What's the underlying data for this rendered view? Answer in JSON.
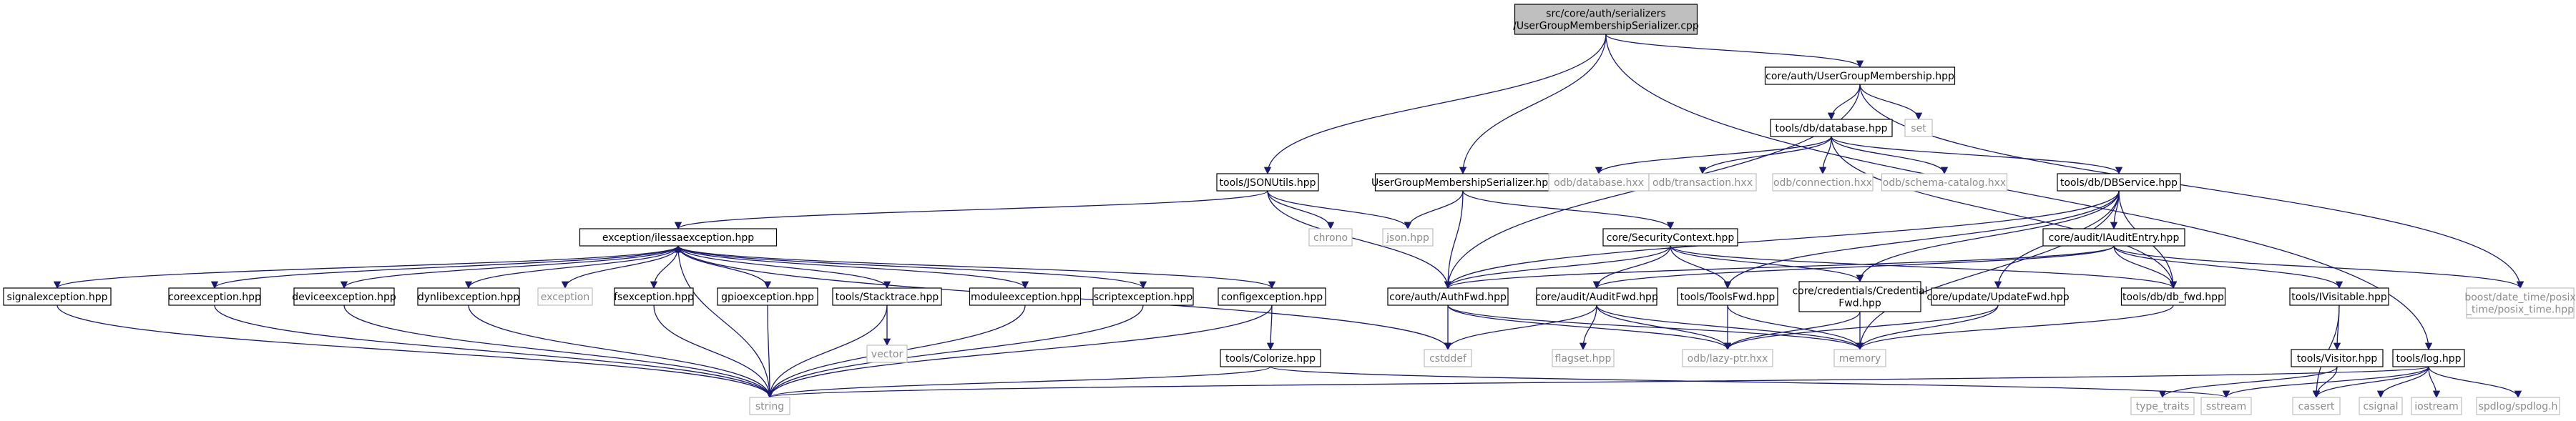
{
  "nodes": [
    {
      "id": "root",
      "lines": [
        "src/core/auth/serializers",
        "/UserGroupMembershipSerializer.cpp"
      ],
      "root": true
    },
    {
      "id": "ugm",
      "lines": [
        "core/auth/UserGroupMembership.hpp"
      ]
    },
    {
      "id": "dbhpp",
      "lines": [
        "tools/db/database.hpp"
      ]
    },
    {
      "id": "set",
      "lines": [
        "set"
      ],
      "ext": true
    },
    {
      "id": "jsonutils",
      "lines": [
        "tools/JSONUtils.hpp"
      ]
    },
    {
      "id": "ugmser",
      "lines": [
        "UserGroupMembershipSerializer.hpp"
      ]
    },
    {
      "id": "odbdb",
      "lines": [
        "odb/database.hxx"
      ],
      "ext": true
    },
    {
      "id": "odbtx",
      "lines": [
        "odb/transaction.hxx"
      ],
      "ext": true
    },
    {
      "id": "odbconn",
      "lines": [
        "odb/connection.hxx"
      ],
      "ext": true
    },
    {
      "id": "odbschema",
      "lines": [
        "odb/schema-catalog.hxx"
      ],
      "ext": true
    },
    {
      "id": "dbservice",
      "lines": [
        "tools/db/DBService.hpp"
      ]
    },
    {
      "id": "excbase",
      "lines": [
        "exception/ilessaexception.hpp"
      ]
    },
    {
      "id": "chrono",
      "lines": [
        "chrono"
      ],
      "ext": true
    },
    {
      "id": "jsonhpp",
      "lines": [
        "json.hpp"
      ],
      "ext": true
    },
    {
      "id": "secctx",
      "lines": [
        "core/SecurityContext.hpp"
      ]
    },
    {
      "id": "iaudit",
      "lines": [
        "core/audit/IAuditEntry.hpp"
      ]
    },
    {
      "id": "boostdt",
      "lines": [
        "boost/date_time/posix",
        "_time/posix_time.hpp"
      ],
      "ext": true
    },
    {
      "id": "signalexc",
      "lines": [
        "signalexception.hpp"
      ]
    },
    {
      "id": "coreexc",
      "lines": [
        "coreexception.hpp"
      ]
    },
    {
      "id": "deviceexc",
      "lines": [
        "deviceexception.hpp"
      ]
    },
    {
      "id": "dynlibexc",
      "lines": [
        "dynlibexception.hpp"
      ]
    },
    {
      "id": "exception",
      "lines": [
        "exception"
      ],
      "ext": true
    },
    {
      "id": "fsexc",
      "lines": [
        "fsexception.hpp"
      ]
    },
    {
      "id": "gpioexc",
      "lines": [
        "gpioexception.hpp"
      ]
    },
    {
      "id": "stacktrace",
      "lines": [
        "tools/Stacktrace.hpp"
      ]
    },
    {
      "id": "moduleexc",
      "lines": [
        "moduleexception.hpp"
      ]
    },
    {
      "id": "scriptexc",
      "lines": [
        "scriptexception.hpp"
      ]
    },
    {
      "id": "configexc",
      "lines": [
        "configexception.hpp"
      ]
    },
    {
      "id": "authfwd",
      "lines": [
        "core/auth/AuthFwd.hpp"
      ]
    },
    {
      "id": "auditfwd",
      "lines": [
        "core/audit/AuditFwd.hpp"
      ]
    },
    {
      "id": "toolsfwd",
      "lines": [
        "tools/ToolsFwd.hpp"
      ]
    },
    {
      "id": "credfwd",
      "lines": [
        "core/credentials/Credential",
        "Fwd.hpp"
      ]
    },
    {
      "id": "updatefwd",
      "lines": [
        "core/update/UpdateFwd.hpp"
      ]
    },
    {
      "id": "dbfwd",
      "lines": [
        "tools/db/db_fwd.hpp"
      ]
    },
    {
      "id": "ivisitable",
      "lines": [
        "tools/IVisitable.hpp"
      ]
    },
    {
      "id": "vector",
      "lines": [
        "vector"
      ],
      "ext": true
    },
    {
      "id": "colorize",
      "lines": [
        "tools/Colorize.hpp"
      ]
    },
    {
      "id": "cstddef",
      "lines": [
        "cstddef"
      ],
      "ext": true
    },
    {
      "id": "flagset",
      "lines": [
        "flagset.hpp"
      ],
      "ext": true
    },
    {
      "id": "lazyptr",
      "lines": [
        "odb/lazy-ptr.hxx"
      ],
      "ext": true
    },
    {
      "id": "memory",
      "lines": [
        "memory"
      ],
      "ext": true
    },
    {
      "id": "visitor",
      "lines": [
        "tools/Visitor.hpp"
      ]
    },
    {
      "id": "loghpp",
      "lines": [
        "tools/log.hpp"
      ]
    },
    {
      "id": "string",
      "lines": [
        "string"
      ],
      "ext": true
    },
    {
      "id": "typetraits",
      "lines": [
        "type_traits"
      ],
      "ext": true
    },
    {
      "id": "sstream",
      "lines": [
        "sstream"
      ],
      "ext": true
    },
    {
      "id": "cassert",
      "lines": [
        "cassert"
      ],
      "ext": true
    },
    {
      "id": "csignal",
      "lines": [
        "csignal"
      ],
      "ext": true
    },
    {
      "id": "iostream",
      "lines": [
        "iostream"
      ],
      "ext": true
    },
    {
      "id": "spdlog",
      "lines": [
        "spdlog/spdlog.h"
      ],
      "ext": true
    }
  ],
  "edges": [
    [
      "root",
      "ugm"
    ],
    [
      "root",
      "jsonutils"
    ],
    [
      "root",
      "ugmser"
    ],
    [
      "root",
      "loghpp"
    ],
    [
      "ugm",
      "dbhpp"
    ],
    [
      "ugm",
      "set"
    ],
    [
      "ugm",
      "authfwd"
    ],
    [
      "ugm",
      "boostdt"
    ],
    [
      "dbhpp",
      "odbdb"
    ],
    [
      "dbhpp",
      "odbtx"
    ],
    [
      "dbhpp",
      "odbconn"
    ],
    [
      "dbhpp",
      "odbschema"
    ],
    [
      "dbhpp",
      "dbservice"
    ],
    [
      "dbhpp",
      "dbfwd"
    ],
    [
      "jsonutils",
      "excbase"
    ],
    [
      "jsonutils",
      "chrono"
    ],
    [
      "jsonutils",
      "jsonhpp"
    ],
    [
      "jsonutils",
      "authfwd"
    ],
    [
      "ugmser",
      "jsonhpp"
    ],
    [
      "ugmser",
      "secctx"
    ],
    [
      "ugmser",
      "authfwd"
    ],
    [
      "dbservice",
      "iaudit"
    ],
    [
      "dbservice",
      "toolsfwd"
    ],
    [
      "dbservice",
      "credfwd"
    ],
    [
      "dbservice",
      "updatefwd"
    ],
    [
      "dbservice",
      "dbfwd"
    ],
    [
      "dbservice",
      "memory"
    ],
    [
      "dbservice",
      "authfwd"
    ],
    [
      "iaudit",
      "boostdt"
    ],
    [
      "iaudit",
      "ivisitable"
    ],
    [
      "iaudit",
      "auditfwd"
    ],
    [
      "iaudit",
      "authfwd"
    ],
    [
      "iaudit",
      "dbfwd"
    ],
    [
      "secctx",
      "authfwd"
    ],
    [
      "secctx",
      "auditfwd"
    ],
    [
      "secctx",
      "credfwd"
    ],
    [
      "secctx",
      "toolsfwd"
    ],
    [
      "secctx",
      "dbfwd"
    ],
    [
      "excbase",
      "string"
    ],
    [
      "excbase",
      "exception"
    ],
    [
      "excbase",
      "cstddef"
    ],
    [
      "signalexc",
      "string"
    ],
    [
      "coreexc",
      "string"
    ],
    [
      "deviceexc",
      "string"
    ],
    [
      "dynlibexc",
      "string"
    ],
    [
      "fsexc",
      "string"
    ],
    [
      "gpioexc",
      "string"
    ],
    [
      "moduleexc",
      "string"
    ],
    [
      "scriptexc",
      "string"
    ],
    [
      "configexc",
      "string"
    ],
    [
      "stacktrace",
      "string"
    ],
    [
      "stacktrace",
      "vector"
    ],
    [
      "configexc",
      "colorize"
    ],
    [
      "colorize",
      "string"
    ],
    [
      "colorize",
      "sstream"
    ],
    [
      "authfwd",
      "cstddef"
    ],
    [
      "authfwd",
      "lazyptr"
    ],
    [
      "authfwd",
      "memory"
    ],
    [
      "auditfwd",
      "cstddef"
    ],
    [
      "auditfwd",
      "flagset"
    ],
    [
      "auditfwd",
      "lazyptr"
    ],
    [
      "auditfwd",
      "memory"
    ],
    [
      "toolsfwd",
      "lazyptr"
    ],
    [
      "toolsfwd",
      "memory"
    ],
    [
      "credfwd",
      "lazyptr"
    ],
    [
      "credfwd",
      "memory"
    ],
    [
      "updatefwd",
      "lazyptr"
    ],
    [
      "updatefwd",
      "memory"
    ],
    [
      "dbfwd",
      "memory"
    ],
    [
      "ivisitable",
      "visitor"
    ],
    [
      "ivisitable",
      "cassert"
    ],
    [
      "visitor",
      "typetraits"
    ],
    [
      "visitor",
      "cassert"
    ],
    [
      "loghpp",
      "string"
    ],
    [
      "loghpp",
      "sstream"
    ],
    [
      "loghpp",
      "cassert"
    ],
    [
      "loghpp",
      "csignal"
    ],
    [
      "loghpp",
      "iostream"
    ],
    [
      "loghpp",
      "spdlog"
    ]
  ],
  "up_edges": [
    [
      "signalexc",
      "excbase"
    ],
    [
      "coreexc",
      "excbase"
    ],
    [
      "deviceexc",
      "excbase"
    ],
    [
      "dynlibexc",
      "excbase"
    ],
    [
      "fsexc",
      "excbase"
    ],
    [
      "gpioexc",
      "excbase"
    ],
    [
      "stacktrace",
      "excbase"
    ],
    [
      "moduleexc",
      "excbase"
    ],
    [
      "scriptexc",
      "excbase"
    ],
    [
      "configexc",
      "excbase"
    ]
  ]
}
